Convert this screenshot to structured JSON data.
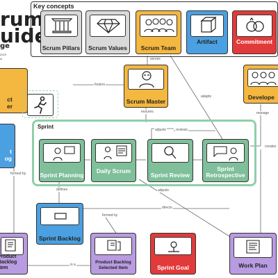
{
  "header": {
    "title_line1": "rum",
    "title_line2": "uide",
    "subtitle": "ge",
    "small1": "2023",
    "small2": "ol"
  },
  "key_concepts": {
    "title": "Key concepts",
    "items": [
      {
        "label": "Scrum Pillars",
        "color": "#d9d9d9",
        "icon": "pillars-icon"
      },
      {
        "label": "Scrum Values",
        "color": "#d9d9d9",
        "icon": "diamond-icon"
      },
      {
        "label": "Scrum Team",
        "color": "#f4b73f",
        "icon": "team-icon"
      },
      {
        "label": "Artifact",
        "color": "#4aa0e0",
        "icon": "cube-icon"
      },
      {
        "label": "Commitment",
        "color": "#e23a3a",
        "icon": "rings-icon"
      }
    ]
  },
  "nodes": {
    "product_owner": {
      "label_line1": "ct",
      "label_line2": "er"
    },
    "scrum_master": {
      "label": "Scrum Master"
    },
    "developers": {
      "label": "Develope"
    },
    "product_backlog_left": {
      "label_line1": "t",
      "label_line2": "og"
    },
    "sprint": {
      "label": "Sprint"
    },
    "sprint_planning": {
      "label": "Sprint Planning"
    },
    "daily_scrum": {
      "label": "Daily Scrum"
    },
    "sprint_review": {
      "label": "Sprint Review"
    },
    "sprint_retrospective": {
      "label": "Sprint Retrospective"
    },
    "sprint_backlog": {
      "label": "Sprint Backlog"
    },
    "product_backlog_item": {
      "label": "Product Backlog Item"
    },
    "product_backlog_selected_item": {
      "label": "Product Backlog Selected Item"
    },
    "sprint_goal": {
      "label": "Sprint Goal"
    },
    "work_plan": {
      "label": "Work Plan"
    }
  },
  "edges": {
    "serves": "serves",
    "fosters": "fosters",
    "adapts": "adapts",
    "ensures": "ensures",
    "adjusts": "adjusts",
    "reviews": "reviews",
    "manage": "manage",
    "creates": "creates",
    "formed_by_left": "formed by",
    "defines": "defines",
    "adjusts2": "adjusts",
    "directs": "directs",
    "formed_by": "formed by",
    "is_a": "is a"
  }
}
